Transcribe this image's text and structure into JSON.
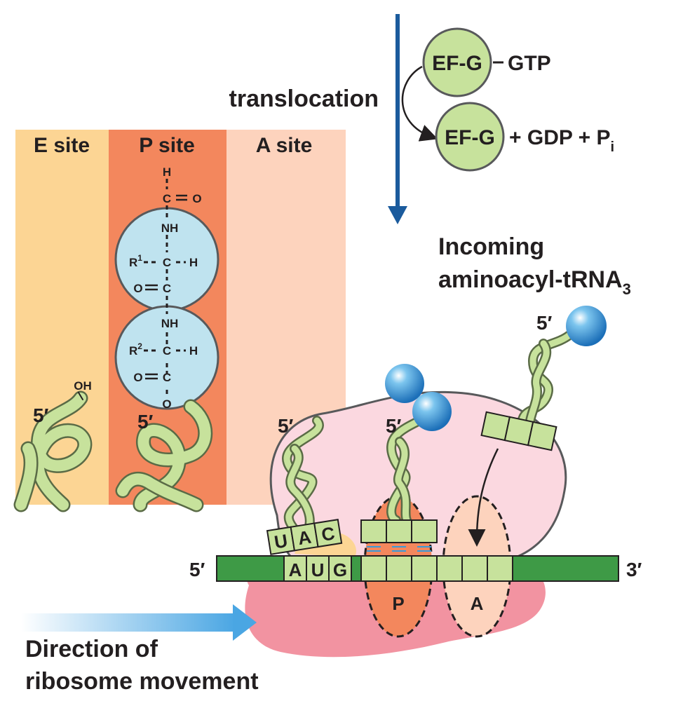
{
  "translocation": {
    "label": "translocation",
    "ef_g": "EF-G",
    "gtp": "GTP",
    "products": "+ GDP + P",
    "pi_sub": "i"
  },
  "sites": {
    "e": "E site",
    "p": "P site",
    "a": "A site"
  },
  "peptide": {
    "h": "H",
    "c": "C",
    "o": "O",
    "nh": "NH",
    "r1": "R",
    "r1_sup": "1",
    "r2": "R",
    "r2_sup": "2",
    "oh": "OH"
  },
  "incoming": {
    "line1": "Incoming",
    "line2": "aminoacyl-tRNA",
    "sub": "3"
  },
  "mrna": {
    "five": "5′",
    "three": "3′",
    "codon": [
      "A",
      "U",
      "G"
    ],
    "anticodon": [
      "U",
      "A",
      "C"
    ]
  },
  "ribosome": {
    "p": "P",
    "a": "A"
  },
  "trna_end": "5′",
  "movement": {
    "line1": "Direction of",
    "line2": "ribosome movement"
  },
  "colors": {
    "e_site": "#fcd594",
    "p_site": "#f3875d",
    "a_site": "#fdd3bd",
    "amino_circle": "#bfe3ef",
    "trna": "#c7e29c",
    "mrna": "#3e9a46",
    "small_subunit": "#f293a1",
    "large_subunit": "#fbd8e0",
    "arrow_blue": "#1b5b9d",
    "sphere": "#3a9ad9"
  }
}
